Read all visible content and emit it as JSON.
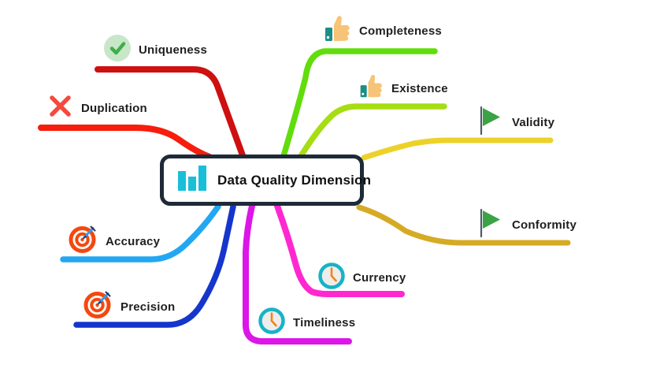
{
  "center": {
    "label": "Data Quality Dimension",
    "icon": "bar-chart-icon",
    "border_color": "#1e2a38",
    "bar_color": "#18bfd8"
  },
  "branches": [
    {
      "id": "uniqueness",
      "label": "Uniqueness",
      "color": "#ce1010",
      "icon": "check-circle-icon"
    },
    {
      "id": "duplication",
      "label": "Duplication",
      "color": "#f71d0d",
      "icon": "x-mark-icon"
    },
    {
      "id": "completeness",
      "label": "Completeness",
      "color": "#62dd0c",
      "icon": "thumbs-up-icon"
    },
    {
      "id": "existence",
      "label": "Existence",
      "color": "#a6dd13",
      "icon": "thumbs-up-icon"
    },
    {
      "id": "validity",
      "label": "Validity",
      "color": "#ecd228",
      "icon": "flag-icon"
    },
    {
      "id": "conformity",
      "label": "Conformity",
      "color": "#d6ab24",
      "icon": "flag-icon"
    },
    {
      "id": "accuracy",
      "label": "Accuracy",
      "color": "#22a7f2",
      "icon": "target-icon"
    },
    {
      "id": "precision",
      "label": "Precision",
      "color": "#1536cc",
      "icon": "target-icon"
    },
    {
      "id": "currency",
      "label": "Currency",
      "color": "#ff28d0",
      "icon": "clock-icon"
    },
    {
      "id": "timeliness",
      "label": "Timeliness",
      "color": "#dc16e8",
      "icon": "clock-icon"
    }
  ],
  "icon_colors": {
    "node-border": "#1e2a38",
    "node-bar": "#18bfd8",
    "check-bg": "#c8e6c8",
    "check": "#3fae49",
    "x": "#f5493d",
    "thumb-skin": "#f7c377",
    "thumb-sleeve": "#1a8f85",
    "flag": "#3ba346",
    "pole": "#4d5b66",
    "target": "#f5480e",
    "dart": "#2f9bf5",
    "dart-dark": "#23355c",
    "clock-face": "#efecec",
    "clock-ring": "#16b3c6",
    "clock-hand": "#f08618"
  }
}
